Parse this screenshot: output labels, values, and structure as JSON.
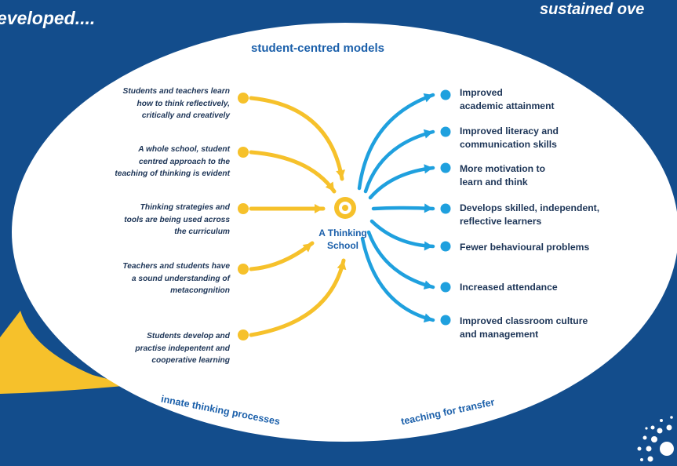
{
  "header": {
    "left_title": "eveloped....",
    "right_title": "sustained ove"
  },
  "diagram": {
    "top_title": "student-centred models",
    "center_label": [
      "A Thinking",
      "School"
    ],
    "inputs": [
      [
        "Students and teachers learn",
        "how to think reflectively,",
        "critically and creatively"
      ],
      [
        "A whole school, student",
        "centred approach to the",
        "teaching of thinking is evident"
      ],
      [
        "Thinking strategies and",
        "tools are being used across",
        "the curriculum"
      ],
      [
        "Teachers and students have",
        "a sound understanding of",
        "metacongnition"
      ],
      [
        "Students develop and",
        "practise indepentent and",
        "cooperative learning"
      ]
    ],
    "outcomes": [
      [
        "Improved",
        "academic attainment"
      ],
      [
        "Improved literacy and",
        "communication skills"
      ],
      [
        "More motivation to",
        "learn and think"
      ],
      [
        "Develops skilled, independent,",
        "reflective learners"
      ],
      [
        "Fewer behavioural problems"
      ],
      [
        "Increased attendance"
      ],
      [
        "Improved classroom culture",
        "and management"
      ]
    ],
    "bottom_left_label": "innate thinking processes",
    "bottom_right_label": "teaching for transfer"
  },
  "colors": {
    "background": "#134d8c",
    "ellipse": "#ffffff",
    "input_accent": "#f6c12b",
    "outcome_accent": "#1fa0de",
    "title_blue": "#1a5faa",
    "body_text": "#1d3557"
  }
}
